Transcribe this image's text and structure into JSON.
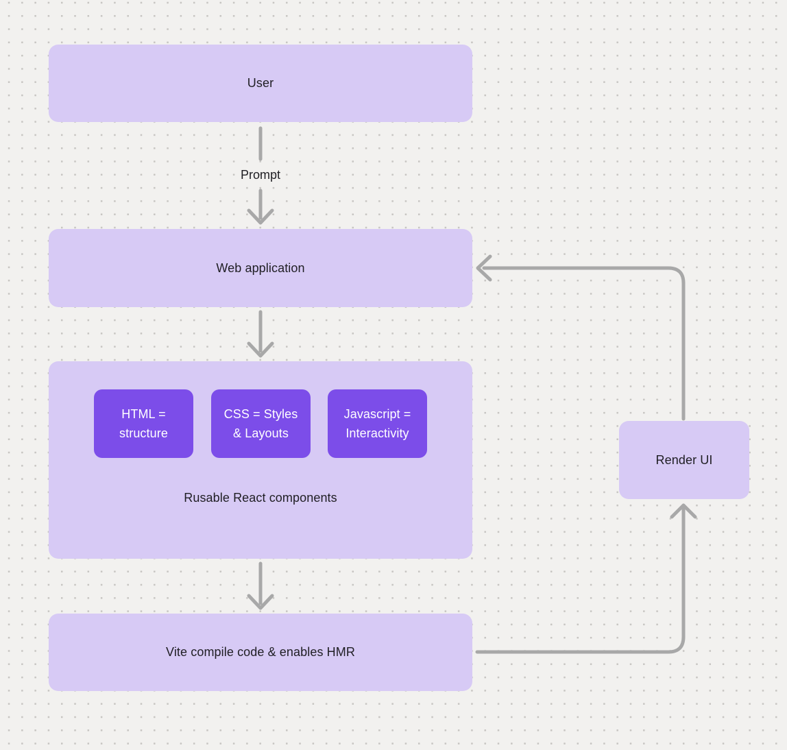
{
  "diagram": {
    "nodes": {
      "user": {
        "label": "User"
      },
      "web_application": {
        "label": "Web application"
      },
      "components": {
        "chips": [
          {
            "label": "HTML =\nstructure"
          },
          {
            "label": "CSS = Styles\n& Layouts"
          },
          {
            "label": "Javascript =\nInteractivity"
          }
        ],
        "caption": "Rusable React components"
      },
      "vite": {
        "label": "Vite compile code & enables HMR"
      },
      "render_ui": {
        "label": "Render UI"
      }
    },
    "edge_labels": {
      "prompt": "Prompt"
    },
    "colors": {
      "background": "#f2f1ef",
      "dot": "#c7c5c2",
      "node_fill": "#d7caf5",
      "chip_fill": "#7c4de9",
      "chip_text": "#ffffff",
      "text": "#1f1e23",
      "arrow": "#a8a8a8"
    }
  }
}
